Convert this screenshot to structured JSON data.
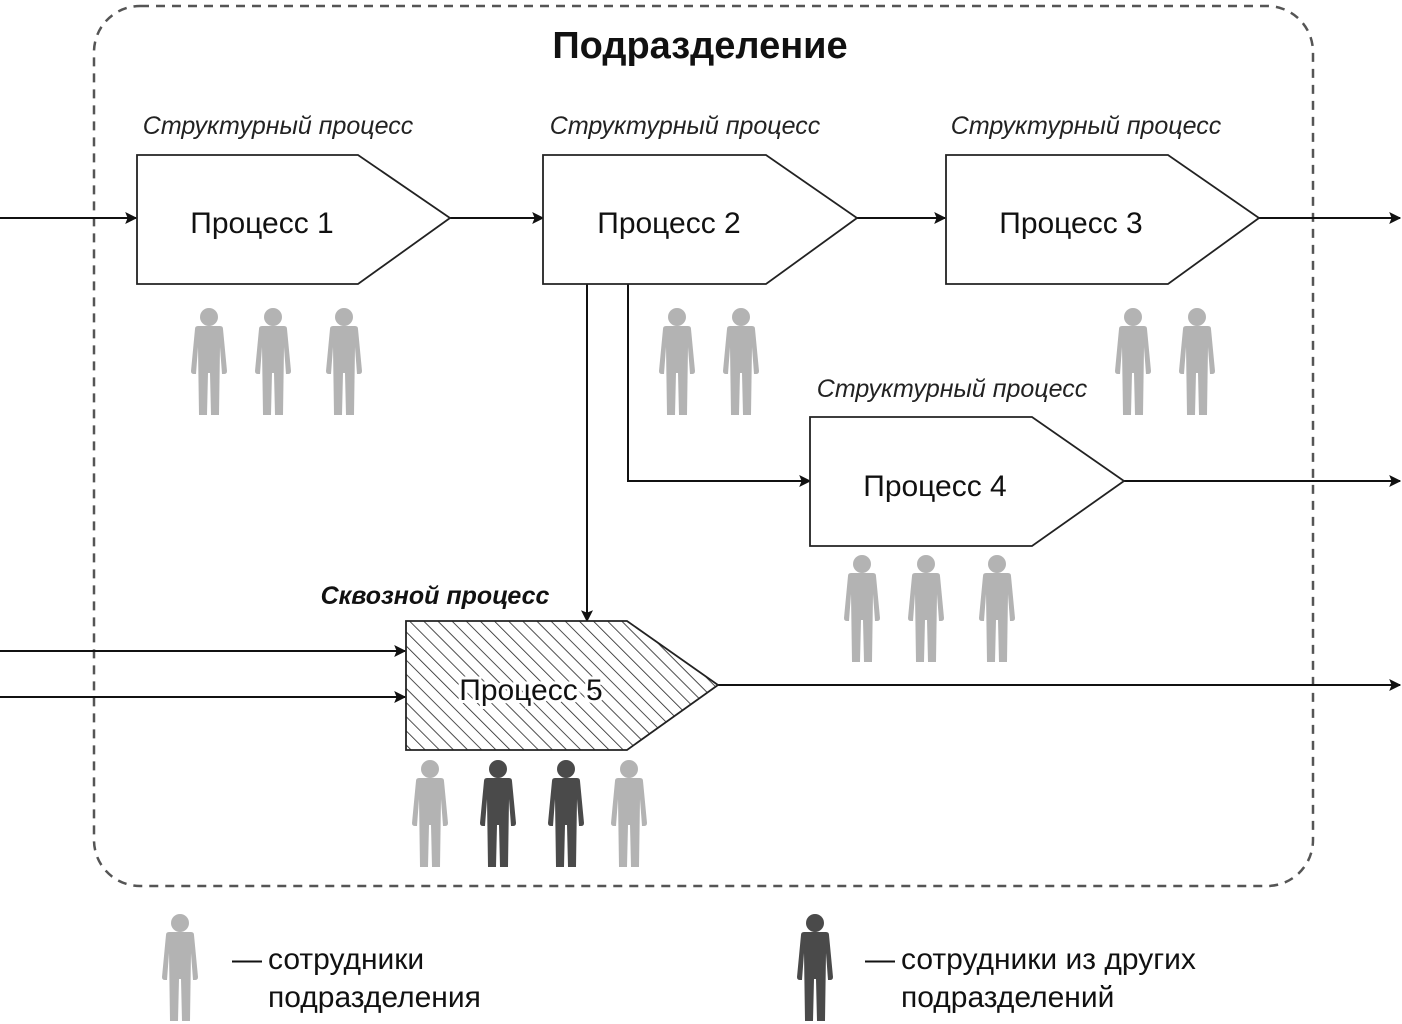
{
  "diagram": {
    "title": "Подразделение",
    "structural_label": "Структурный процесс",
    "through_label": "Сквозной процесс",
    "processes": [
      {
        "name": "Процесс 1",
        "type": "structural"
      },
      {
        "name": "Процесс 2",
        "type": "structural"
      },
      {
        "name": "Процесс 3",
        "type": "structural"
      },
      {
        "name": "Процесс 4",
        "type": "structural"
      },
      {
        "name": "Процесс 5",
        "type": "through"
      }
    ],
    "staff": {
      "process_1": [
        "own",
        "own",
        "own"
      ],
      "process_2": [
        "own",
        "own"
      ],
      "process_3": [
        "own",
        "own"
      ],
      "process_4": [
        "own",
        "own",
        "own"
      ],
      "process_5": [
        "own",
        "other",
        "other",
        "own"
      ]
    },
    "colors": {
      "own_staff": "#b3b3b3",
      "other_staff": "#4a4a4a",
      "boundary": "#555555"
    }
  },
  "legend": {
    "own": {
      "dash": "—",
      "line1": "сотрудники",
      "line2": "подразделения"
    },
    "other": {
      "dash": "—",
      "line1": "сотрудники из других",
      "line2": "подразделений"
    }
  }
}
